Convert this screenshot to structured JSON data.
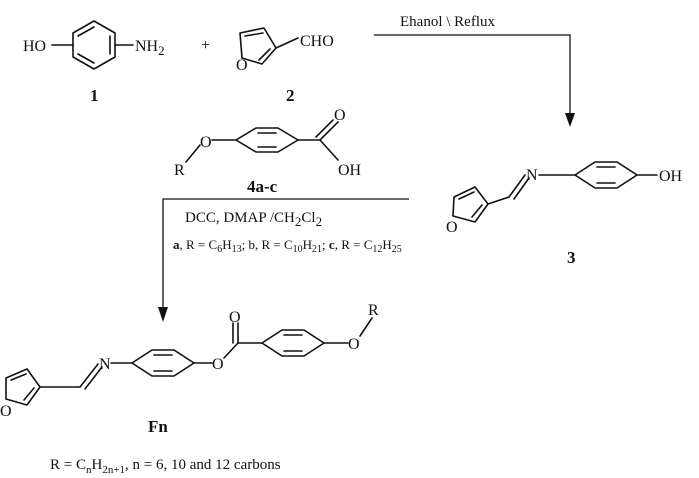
{
  "reactants": {
    "aminophenol": {
      "number": "1",
      "label_ho": "HO",
      "label_nh2": "NH",
      "label_nh2_sub": "2"
    },
    "plus": "+",
    "furfural": {
      "number": "2",
      "label_cho": "CHO",
      "label_o": "O"
    }
  },
  "step1": {
    "conditions": "Ehanol \\ Reflux"
  },
  "intermediate": {
    "number": "3",
    "label_n": "N",
    "label_oh": "OH",
    "label_o": "O"
  },
  "acid": {
    "number": "4a-c",
    "label_r": "R",
    "label_o": "O",
    "label_oh": "OH",
    "label_carbonyl_o": "O"
  },
  "step2": {
    "reagents_parts": [
      "DCC, DMAP /CH",
      "2",
      "Cl",
      "2"
    ],
    "variants": [
      {
        "key": "a",
        "text": ", R = C",
        "sub": "6",
        "tail": "H",
        "sub2": "13",
        "sep": "; "
      },
      {
        "key": "b",
        "text": ", R = C",
        "sub": "10",
        "tail": "H",
        "sub2": "21",
        "sep": "; "
      },
      {
        "key": "c",
        "text": ", R = C",
        "sub": "12",
        "tail": "H",
        "sub2": "25",
        "sep": ""
      }
    ]
  },
  "product": {
    "number": "Fn",
    "label_n": "N",
    "label_o_ester": "O",
    "label_carbonyl_o": "O",
    "label_o_ether": "O",
    "label_r": "R",
    "label_o_furan": "O"
  },
  "footnote": {
    "parts": [
      "R = C",
      "n",
      "H",
      "2n+1",
      ", n = 6, 10 and 12 carbons"
    ]
  }
}
